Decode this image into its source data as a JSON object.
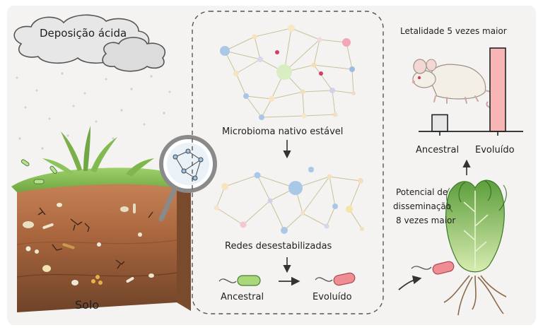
{
  "labels": {
    "acid_deposition": "Deposição ácida",
    "soil": "Solo",
    "native_microbiome": "Microbioma nativo estável",
    "destabilized_networks": "Redes desestabilizadas",
    "ancestral_bacterium": "Ancestral",
    "evolved_bacterium": "Evoluído",
    "lethality_title": "Letalidade 5 vezes maior",
    "bar_ancestral": "Ancestral",
    "bar_evolved": "Evoluído",
    "spread_line1": "Potencial de",
    "spread_line2": "disseminação",
    "spread_line3": "8 vezes maior"
  },
  "chart_data": {
    "type": "bar",
    "title": "Letalidade 5 vezes maior",
    "categories": [
      "Ancestral",
      "Evoluído"
    ],
    "values": [
      1,
      5
    ],
    "colors": [
      "#e6e6e6",
      "#f7b5b5"
    ]
  },
  "colors": {
    "background": "#f4f3f1",
    "network_edge": "#c9c19a",
    "ancestral_bacterium": "#a8d879",
    "evolved_bacterium": "#f08c94",
    "soil_top": "#c98558",
    "soil_bottom": "#6e4329",
    "grass": "#8fc455"
  }
}
